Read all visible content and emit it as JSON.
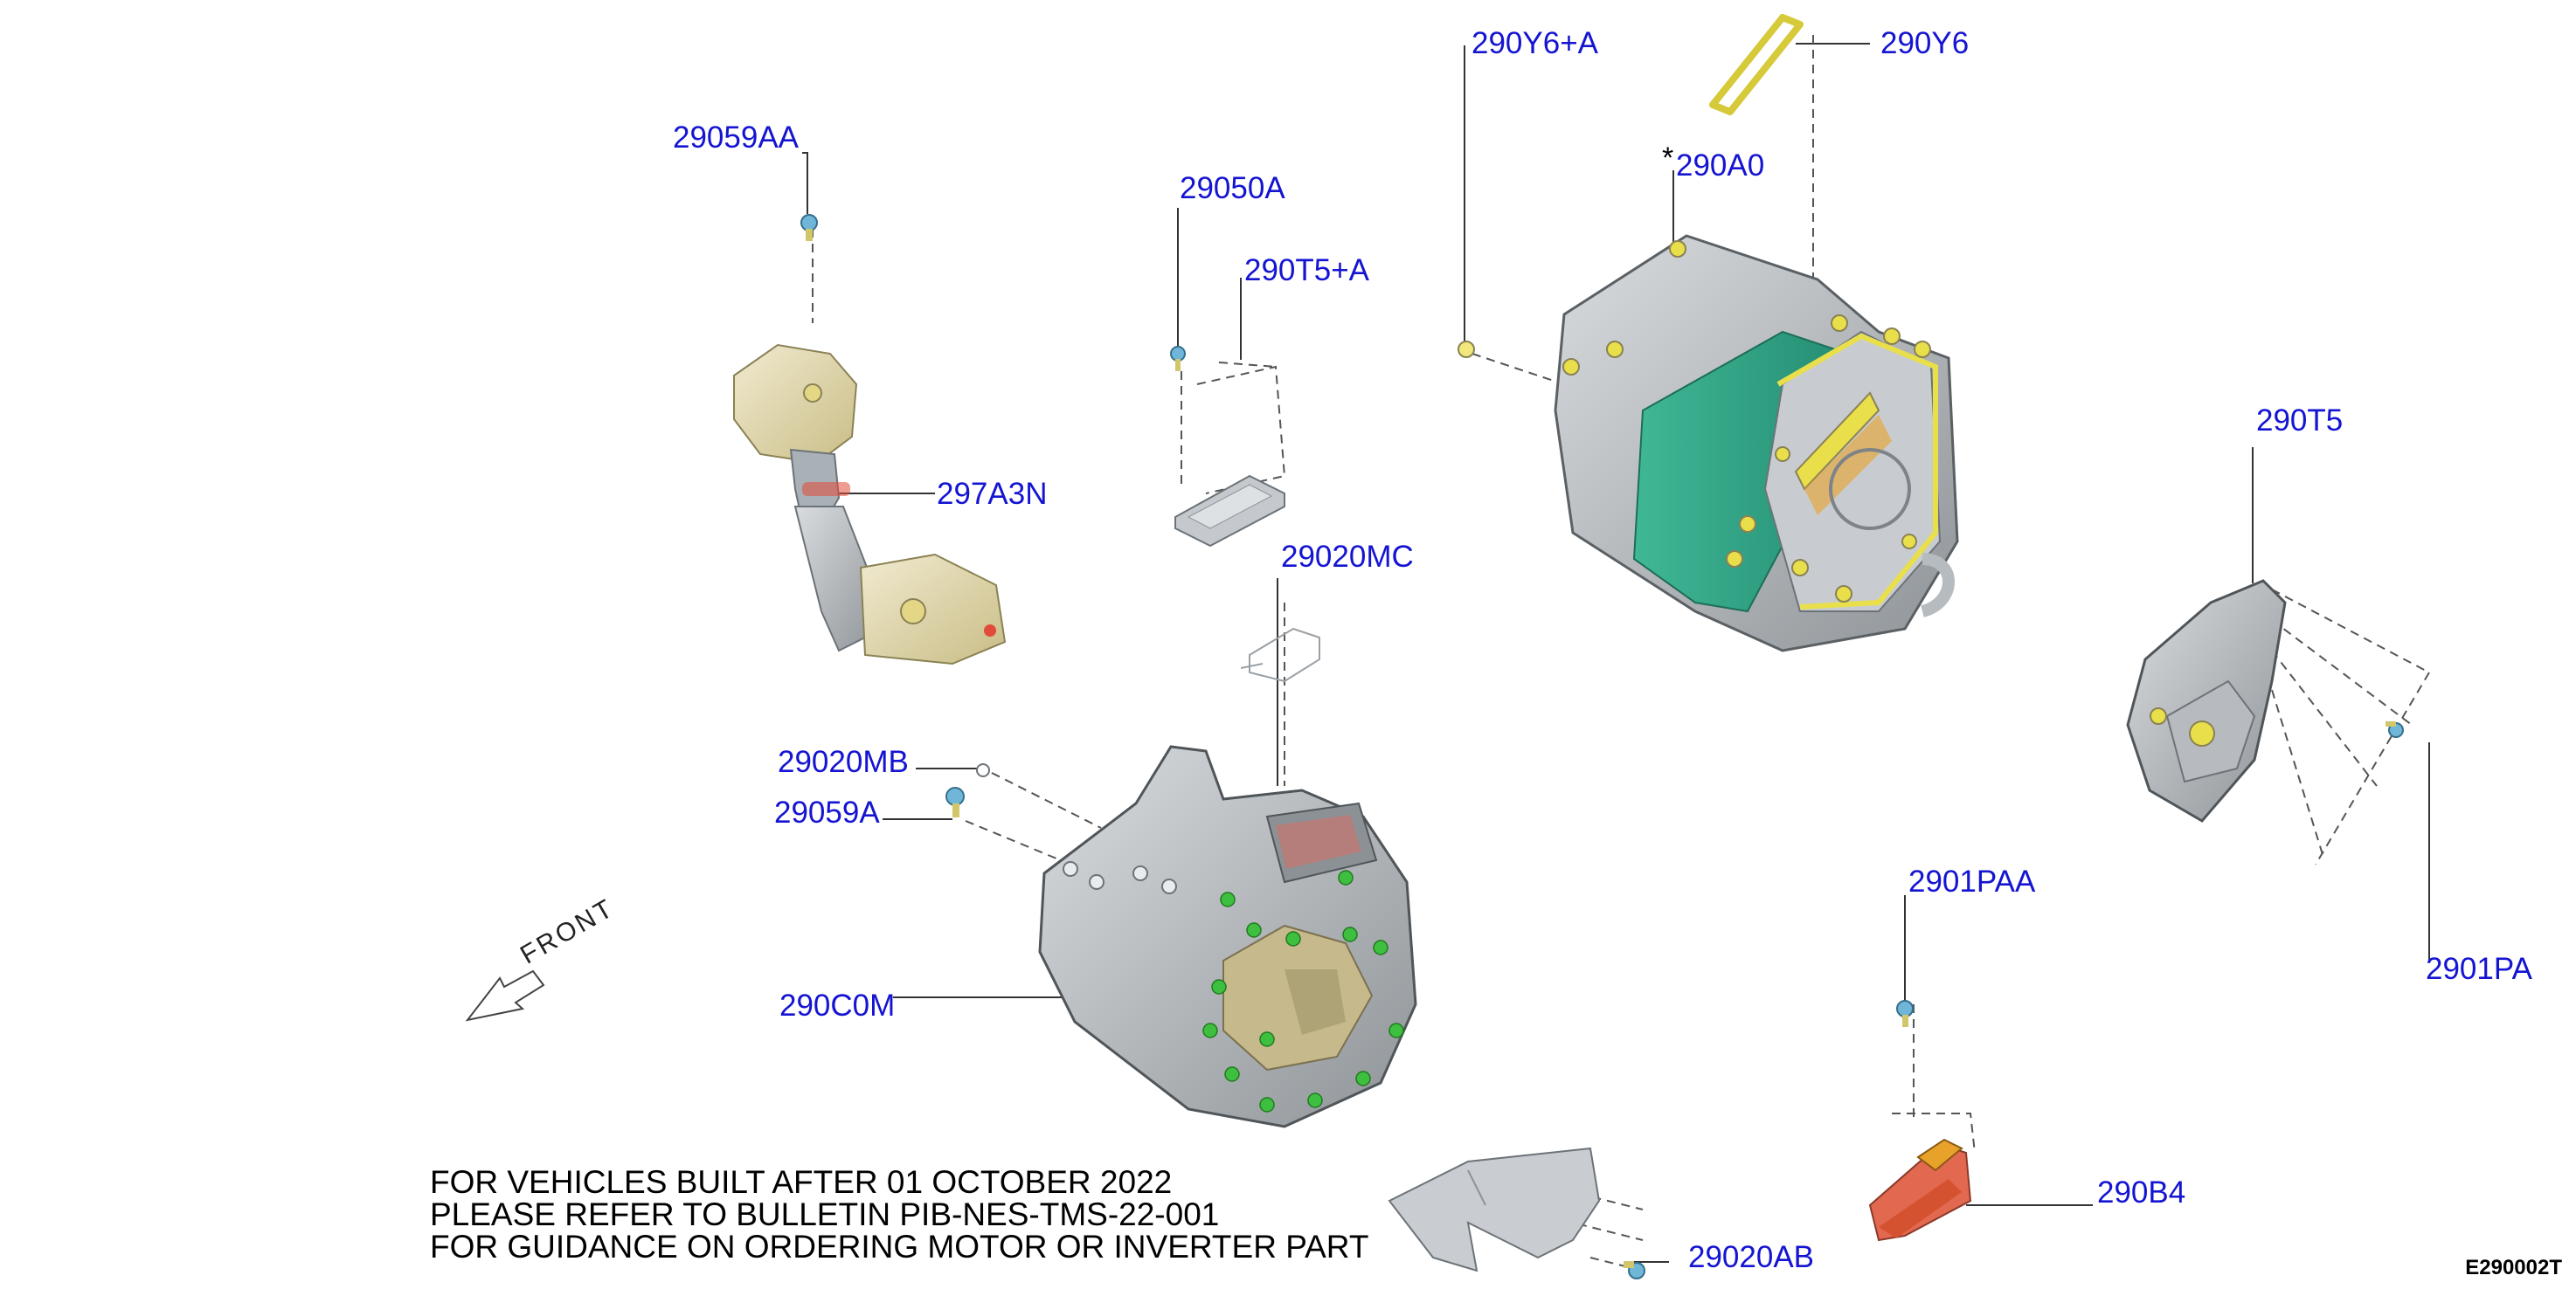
{
  "callouts": {
    "c29059AA": "29059AA",
    "c297A3N": "297A3N",
    "c29050A": "29050A",
    "c290T5A": "290T5+A",
    "c290Y6A": "290Y6+A",
    "c290Y6": "290Y6",
    "c290A0": "290A0",
    "c290A0_star": "*",
    "c29020MC": "29020MC",
    "c29020MB": "29020MB",
    "c29059A": "29059A",
    "c290C0M": "290C0M",
    "c290T5": "290T5",
    "c2901PA": "2901PA",
    "c2901PAA": "2901PAA",
    "c290B4": "290B4",
    "c29020AB": "29020AB"
  },
  "front_label": "FRONT",
  "notes": [
    "FOR VEHICLES BUILT AFTER 01 OCTOBER 2022",
    "PLEASE REFER TO BULLETIN PIB-NES-TMS-22-001",
    "FOR GUIDANCE ON ORDERING MOTOR OR INVERTER PART"
  ],
  "figure_code": "E290002T",
  "colors": {
    "callout_text": "#1414d2",
    "part_gray": "#b4b8bc",
    "part_yellow": "#e8df4a",
    "part_tan": "#ddd3a0",
    "part_green": "#2fa383",
    "part_red": "#e24b39",
    "part_orange": "#e9a229",
    "dot_green": "#3fbf3f",
    "fastener_blue": "#6fb6d9"
  }
}
